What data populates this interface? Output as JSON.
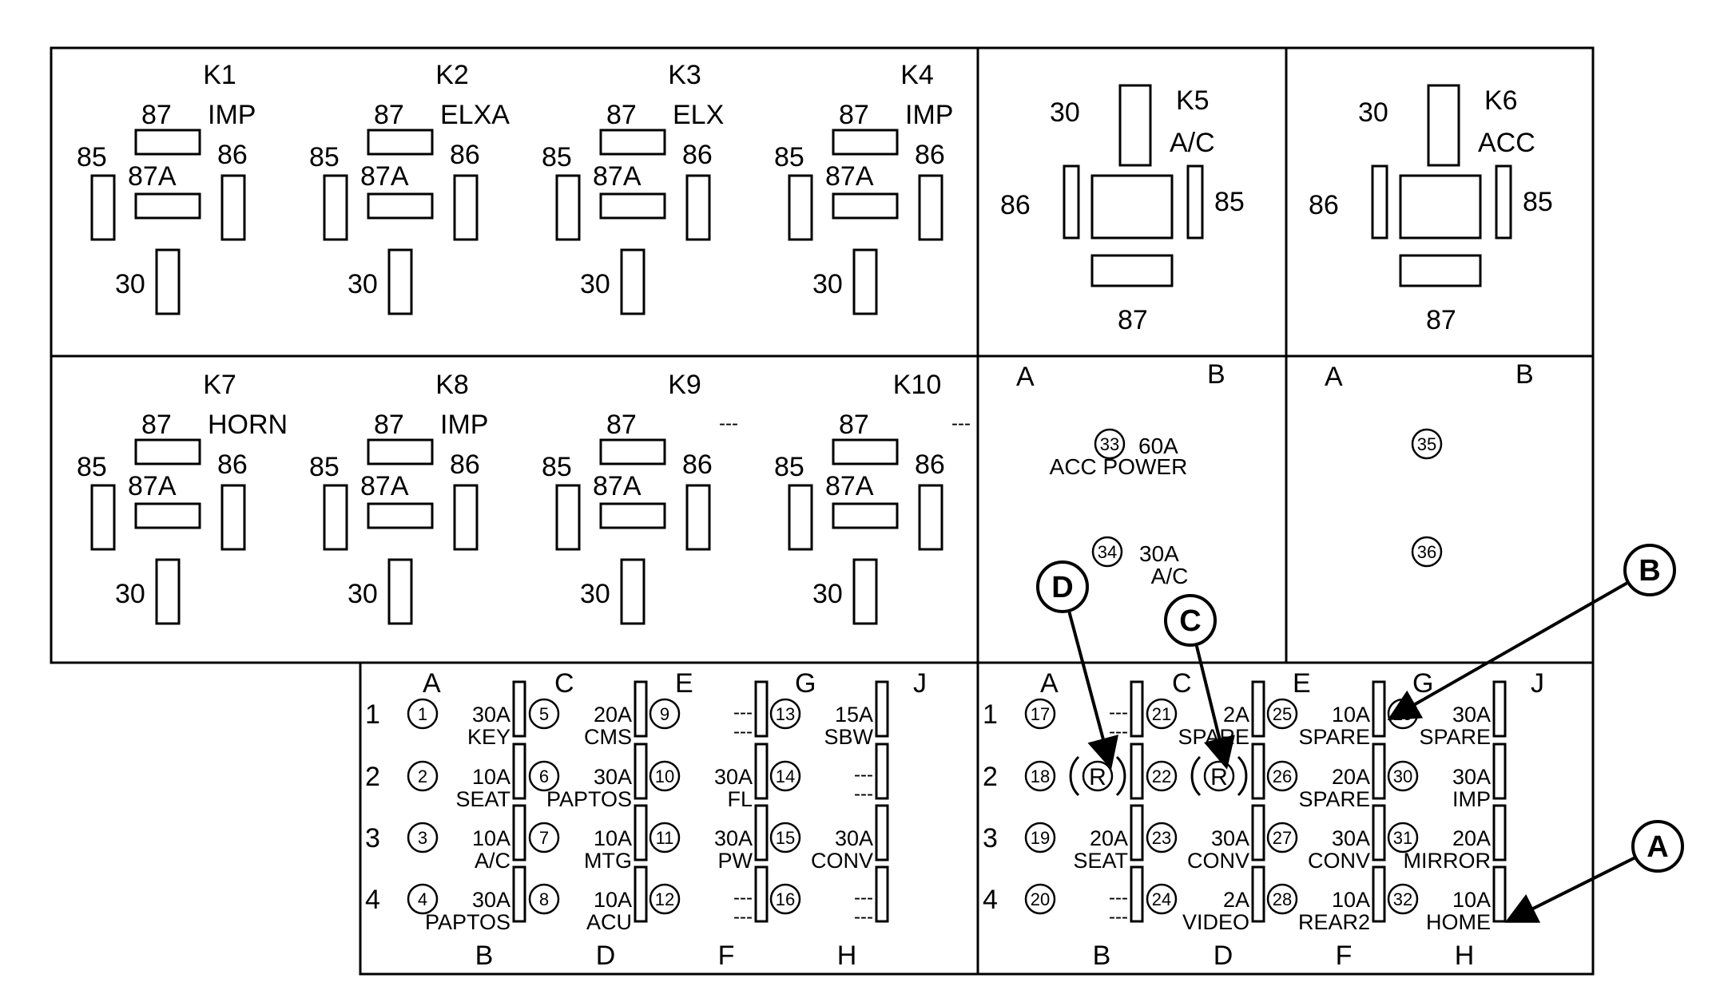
{
  "relays": [
    {
      "id": "K1",
      "func": "IMP"
    },
    {
      "id": "K2",
      "func": "ELXA"
    },
    {
      "id": "K3",
      "func": "ELX"
    },
    {
      "id": "K4",
      "func": "IMP"
    },
    {
      "id": "K7",
      "func": "HORN"
    },
    {
      "id": "K8",
      "func": "IMP"
    },
    {
      "id": "K9",
      "func": "---"
    },
    {
      "id": "K10",
      "func": "---"
    }
  ],
  "relay_pins": {
    "p87": "87",
    "p87a": "87A",
    "p85": "85",
    "p86": "86",
    "p30": "30"
  },
  "big_relays": [
    {
      "id": "K5",
      "func": "A/C",
      "top": "30",
      "left": "86",
      "right": "85",
      "bottom": "87"
    },
    {
      "id": "K6",
      "func": "ACC",
      "top": "30",
      "left": "86",
      "right": "85",
      "bottom": "87"
    }
  ],
  "maxi_panels": [
    {
      "col_a": "A",
      "col_b": "B",
      "items": [
        {
          "num": "33",
          "amp": "60A",
          "label": "ACC POWER"
        },
        {
          "num": "34",
          "amp": "30A",
          "label": "A/C"
        }
      ]
    },
    {
      "col_a": "A",
      "col_b": "B",
      "items": [
        {
          "num": "35",
          "amp": "",
          "label": ""
        },
        {
          "num": "36",
          "amp": "",
          "label": ""
        }
      ]
    }
  ],
  "fuse_blocks": [
    {
      "top_cols": [
        "A",
        "C",
        "E",
        "G",
        "J"
      ],
      "bottom_cols": [
        "B",
        "D",
        "F",
        "H"
      ],
      "rows": [
        "1",
        "2",
        "3",
        "4"
      ],
      "fuses": [
        {
          "num": "1",
          "amp": "30A",
          "label": "KEY"
        },
        {
          "num": "2",
          "amp": "10A",
          "label": "SEAT"
        },
        {
          "num": "3",
          "amp": "10A",
          "label": "A/C"
        },
        {
          "num": "4",
          "amp": "30A",
          "label": "PAPTOS"
        },
        {
          "num": "5",
          "amp": "20A",
          "label": "CMS"
        },
        {
          "num": "6",
          "amp": "30A",
          "label": "PAPTOS"
        },
        {
          "num": "7",
          "amp": "10A",
          "label": "MTG"
        },
        {
          "num": "8",
          "amp": "10A",
          "label": "ACU"
        },
        {
          "num": "9",
          "amp": "---",
          "label": "---"
        },
        {
          "num": "10",
          "amp": "30A",
          "label": "FL"
        },
        {
          "num": "11",
          "amp": "30A",
          "label": "PW"
        },
        {
          "num": "12",
          "amp": "---",
          "label": "---"
        },
        {
          "num": "13",
          "amp": "15A",
          "label": "SBW"
        },
        {
          "num": "14",
          "amp": "---",
          "label": "---"
        },
        {
          "num": "15",
          "amp": "30A",
          "label": "CONV"
        },
        {
          "num": "16",
          "amp": "---",
          "label": "---"
        }
      ]
    },
    {
      "top_cols": [
        "A",
        "C",
        "E",
        "G",
        "J"
      ],
      "bottom_cols": [
        "B",
        "D",
        "F",
        "H"
      ],
      "rows": [
        "1",
        "2",
        "3",
        "4"
      ],
      "fuses": [
        {
          "num": "17",
          "amp": "---",
          "label": "---"
        },
        {
          "num": "18",
          "amp": "",
          "label": ""
        },
        {
          "num": "19",
          "amp": "20A",
          "label": "SEAT"
        },
        {
          "num": "20",
          "amp": "---",
          "label": "---"
        },
        {
          "num": "21",
          "amp": "2A",
          "label": "SPARE"
        },
        {
          "num": "22",
          "amp": "",
          "label": ""
        },
        {
          "num": "23",
          "amp": "30A",
          "label": "CONV"
        },
        {
          "num": "24",
          "amp": "2A",
          "label": "VIDEO"
        },
        {
          "num": "25",
          "amp": "10A",
          "label": "SPARE"
        },
        {
          "num": "26",
          "amp": "20A",
          "label": "SPARE"
        },
        {
          "num": "27",
          "amp": "30A",
          "label": "CONV"
        },
        {
          "num": "28",
          "amp": "10A",
          "label": "REAR2"
        },
        {
          "num": "29",
          "amp": "30A",
          "label": "SPARE"
        },
        {
          "num": "30",
          "amp": "30A",
          "label": "IMP"
        },
        {
          "num": "31",
          "amp": "20A",
          "label": "MIRROR"
        },
        {
          "num": "32",
          "amp": "10A",
          "label": "HOME"
        }
      ]
    }
  ],
  "relay_symbol": "R",
  "callouts": [
    {
      "letter": "A"
    },
    {
      "letter": "B"
    },
    {
      "letter": "C"
    },
    {
      "letter": "D"
    }
  ]
}
